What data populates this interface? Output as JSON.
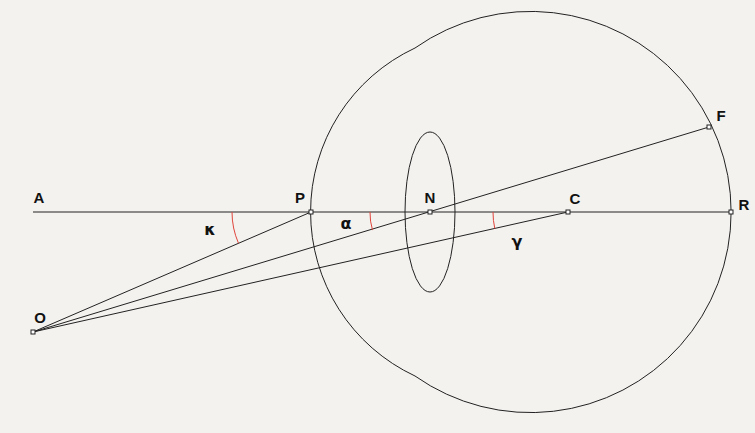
{
  "diagram": {
    "labels": [
      "A",
      "P",
      "N",
      "C",
      "R",
      "F",
      "O",
      "κ",
      "α",
      "γ"
    ]
  }
}
